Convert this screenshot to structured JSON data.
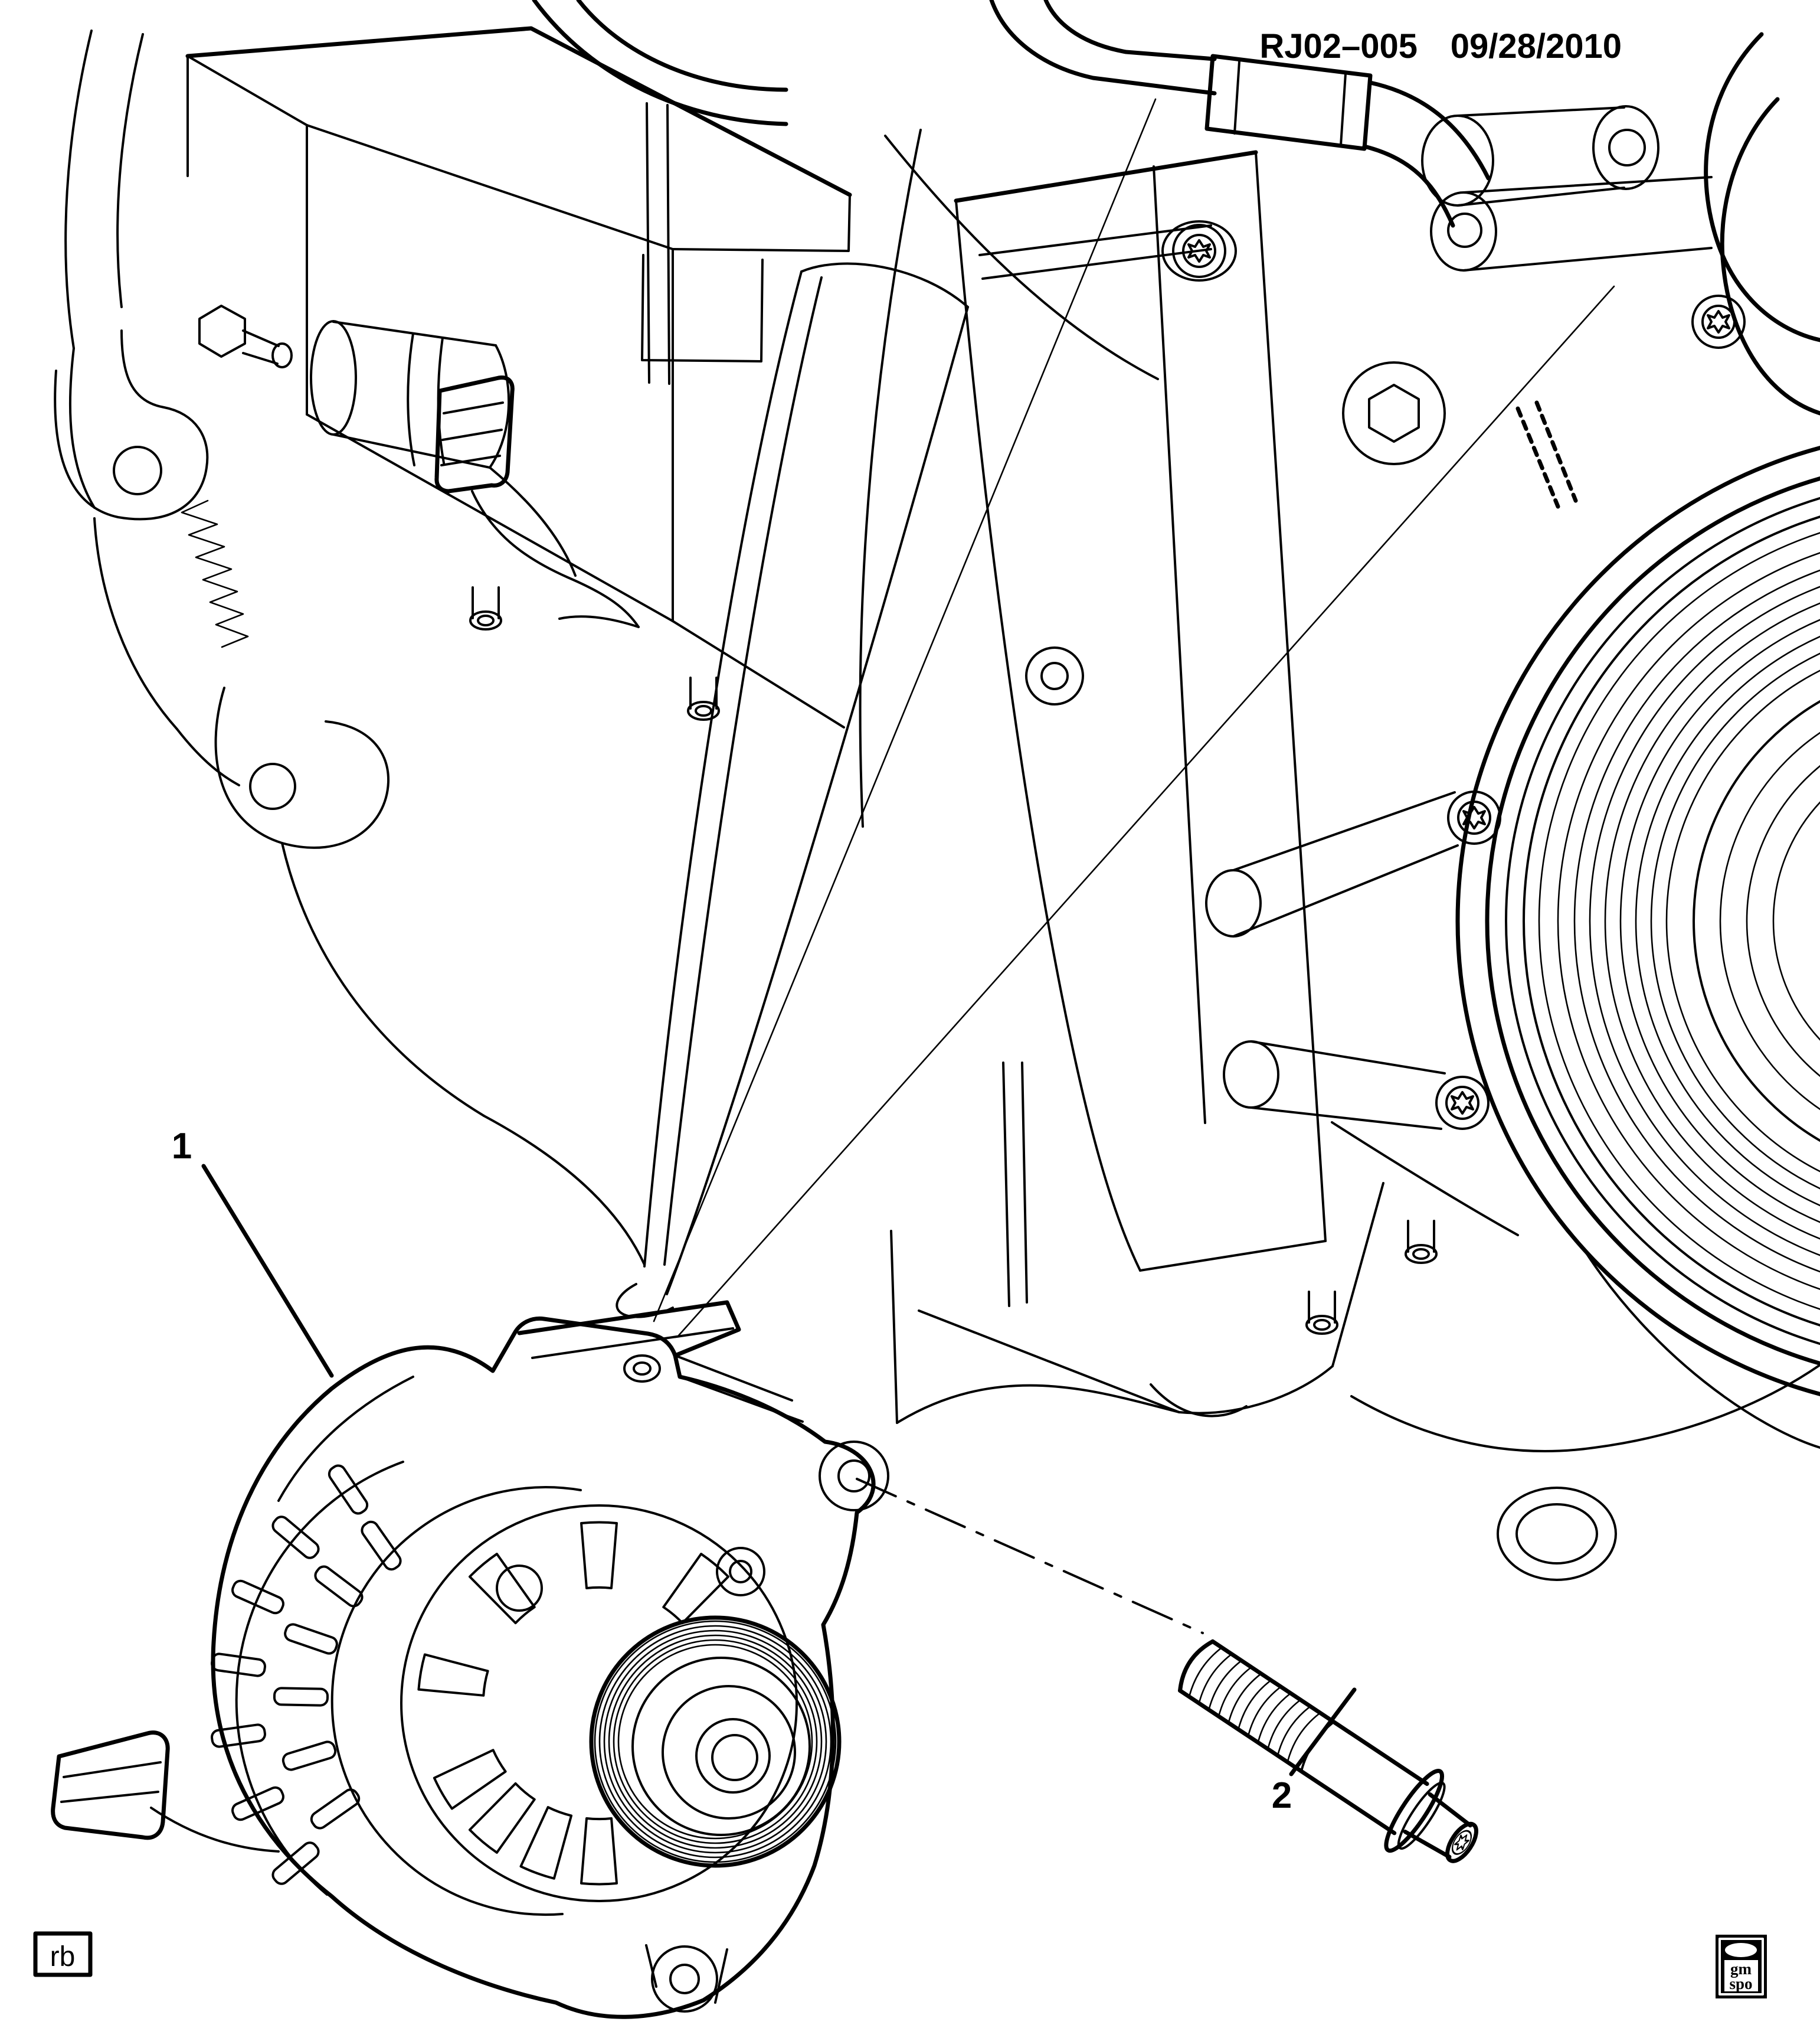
{
  "header": {
    "drawing_code": "RJ02–005",
    "date": "09/28/2010"
  },
  "callouts": {
    "generator": {
      "number": "1"
    },
    "bolt": {
      "number": "2"
    }
  },
  "footer": {
    "author_initials": "rb",
    "logo": {
      "line1": "gm",
      "line2": "spo"
    }
  },
  "colors": {
    "ink": "#000000",
    "paper": "#ffffff"
  }
}
